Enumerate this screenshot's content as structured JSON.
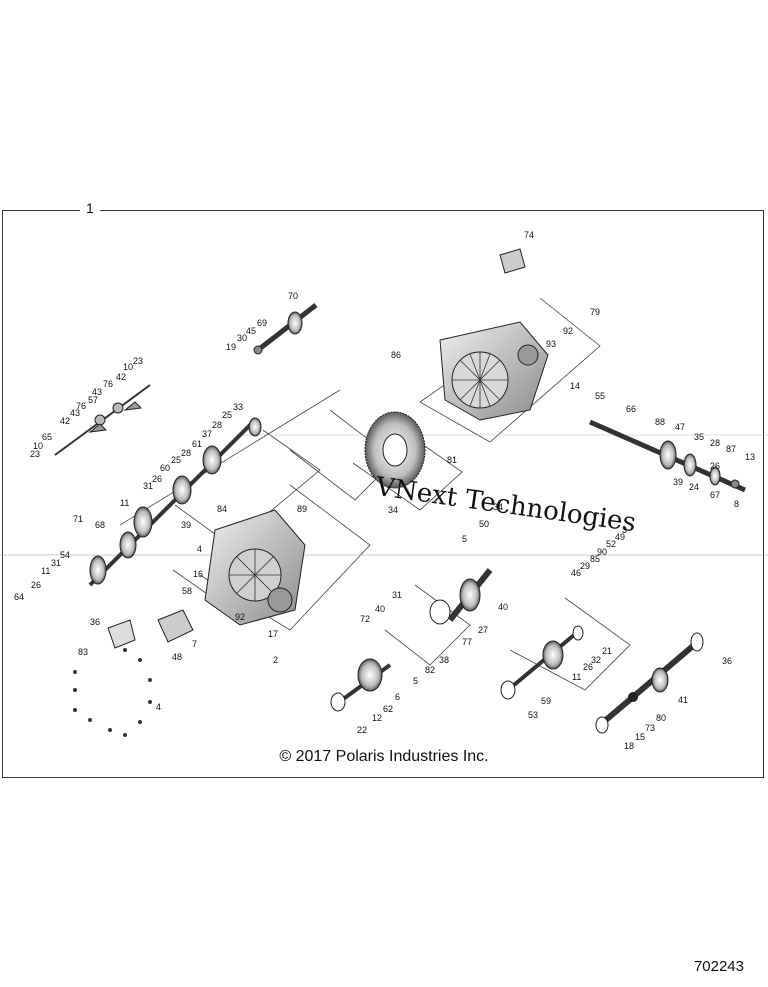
{
  "assembly_number": "1",
  "callouts": [
    {
      "id": "c74",
      "text": "74"
    },
    {
      "id": "c79",
      "text": "79"
    },
    {
      "id": "c92a",
      "text": "92"
    },
    {
      "id": "c93",
      "text": "93"
    },
    {
      "id": "c86",
      "text": "86"
    },
    {
      "id": "c14",
      "text": "14"
    },
    {
      "id": "c55",
      "text": "55"
    },
    {
      "id": "c66",
      "text": "66"
    },
    {
      "id": "c88",
      "text": "88"
    },
    {
      "id": "c47",
      "text": "47"
    },
    {
      "id": "c35",
      "text": "35"
    },
    {
      "id": "c28a",
      "text": "28"
    },
    {
      "id": "c87",
      "text": "87"
    },
    {
      "id": "c13",
      "text": "13"
    },
    {
      "id": "c67",
      "text": "67"
    },
    {
      "id": "c8",
      "text": "8"
    },
    {
      "id": "c70",
      "text": "70"
    },
    {
      "id": "c69",
      "text": "69"
    },
    {
      "id": "c45",
      "text": "45"
    },
    {
      "id": "c30",
      "text": "30"
    },
    {
      "id": "c19",
      "text": "19"
    },
    {
      "id": "c23a",
      "text": "23"
    },
    {
      "id": "c10a",
      "text": "10"
    },
    {
      "id": "c42a",
      "text": "42"
    },
    {
      "id": "c76a",
      "text": "76"
    },
    {
      "id": "c43a",
      "text": "43"
    },
    {
      "id": "c57",
      "text": "57"
    },
    {
      "id": "c76b",
      "text": "76"
    },
    {
      "id": "c43b",
      "text": "43"
    },
    {
      "id": "c42b",
      "text": "42"
    },
    {
      "id": "c65",
      "text": "65"
    },
    {
      "id": "c10b",
      "text": "10"
    },
    {
      "id": "c23b",
      "text": "23"
    },
    {
      "id": "c33",
      "text": "33"
    },
    {
      "id": "c25a",
      "text": "25"
    },
    {
      "id": "c28b",
      "text": "28"
    },
    {
      "id": "c37",
      "text": "37"
    },
    {
      "id": "c61",
      "text": "61"
    },
    {
      "id": "c28c",
      "text": "28"
    },
    {
      "id": "c25b",
      "text": "25"
    },
    {
      "id": "c60",
      "text": "60"
    },
    {
      "id": "c26a",
      "text": "26"
    },
    {
      "id": "c31a",
      "text": "31"
    },
    {
      "id": "c11a",
      "text": "11"
    },
    {
      "id": "c71",
      "text": "71"
    },
    {
      "id": "c68",
      "text": "68"
    },
    {
      "id": "c54",
      "text": "54"
    },
    {
      "id": "c31b",
      "text": "31"
    },
    {
      "id": "c11b",
      "text": "11"
    },
    {
      "id": "c26b",
      "text": "26"
    },
    {
      "id": "c64",
      "text": "64"
    },
    {
      "id": "c39a",
      "text": "39"
    },
    {
      "id": "c84",
      "text": "84"
    },
    {
      "id": "c4a",
      "text": "4"
    },
    {
      "id": "c89",
      "text": "89"
    },
    {
      "id": "c16",
      "text": "16"
    },
    {
      "id": "c58",
      "text": "58"
    },
    {
      "id": "c92b",
      "text": "92"
    },
    {
      "id": "c17",
      "text": "17"
    },
    {
      "id": "c2",
      "text": "2"
    },
    {
      "id": "c81",
      "text": "81"
    },
    {
      "id": "c34a",
      "text": "34"
    },
    {
      "id": "c34b",
      "text": "34"
    },
    {
      "id": "c50",
      "text": "50"
    },
    {
      "id": "c5a",
      "text": "5"
    },
    {
      "id": "c31c",
      "text": "31"
    },
    {
      "id": "c40a",
      "text": "40"
    },
    {
      "id": "c72",
      "text": "72"
    },
    {
      "id": "c40b",
      "text": "40"
    },
    {
      "id": "c77",
      "text": "77"
    },
    {
      "id": "c27",
      "text": "27"
    },
    {
      "id": "c38",
      "text": "38"
    },
    {
      "id": "c82",
      "text": "82"
    },
    {
      "id": "c5b",
      "text": "5"
    },
    {
      "id": "c6",
      "text": "6"
    },
    {
      "id": "c62",
      "text": "62"
    },
    {
      "id": "c12",
      "text": "12"
    },
    {
      "id": "c22",
      "text": "22"
    },
    {
      "id": "c36a",
      "text": "36"
    },
    {
      "id": "c83",
      "text": "83"
    },
    {
      "id": "c7",
      "text": "7"
    },
    {
      "id": "c48",
      "text": "48"
    },
    {
      "id": "c4b",
      "text": "4"
    },
    {
      "id": "c3",
      "text": "3"
    },
    {
      "id": "c49",
      "text": "49"
    },
    {
      "id": "c52",
      "text": "52"
    },
    {
      "id": "c90",
      "text": "90"
    },
    {
      "id": "c85",
      "text": "85"
    },
    {
      "id": "c29",
      "text": "29"
    },
    {
      "id": "c46",
      "text": "46"
    },
    {
      "id": "c21",
      "text": "21"
    },
    {
      "id": "c32",
      "text": "32"
    },
    {
      "id": "c26c",
      "text": "26"
    },
    {
      "id": "c11c",
      "text": "11"
    },
    {
      "id": "c59",
      "text": "59"
    },
    {
      "id": "c53",
      "text": "53"
    },
    {
      "id": "c36b",
      "text": "36"
    },
    {
      "id": "c41",
      "text": "41"
    },
    {
      "id": "c80",
      "text": "80"
    },
    {
      "id": "c73",
      "text": "73"
    },
    {
      "id": "c15",
      "text": "15"
    },
    {
      "id": "c18",
      "text": "18"
    },
    {
      "id": "c39b",
      "text": "39"
    },
    {
      "id": "c24",
      "text": "24"
    },
    {
      "id": "c26d",
      "text": "26"
    },
    {
      "id": "c9",
      "text": "9"
    }
  ],
  "copyright": "© 2017 Polaris Industries Inc.",
  "watermark": "VNext Technologies",
  "catalog_number": "702243"
}
